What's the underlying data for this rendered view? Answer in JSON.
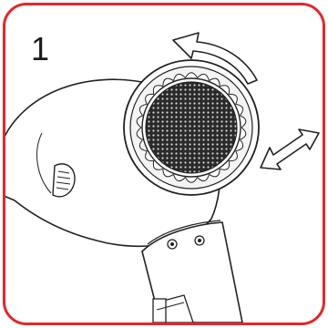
{
  "panel": {
    "step_number": "1",
    "border_color": "#e4262c"
  },
  "illustration": {
    "subject": "hair-dryer",
    "arrows": [
      "rotate-arrow",
      "pull-arrow"
    ]
  }
}
